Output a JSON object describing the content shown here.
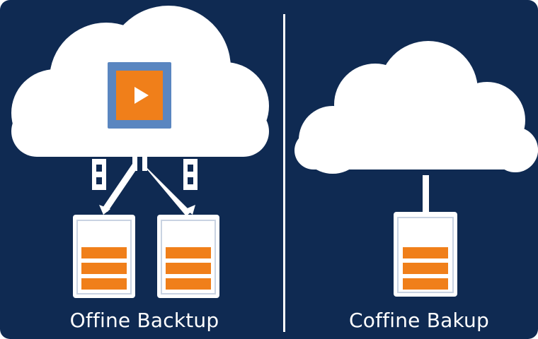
{
  "panels": [
    {
      "id": "left",
      "caption": "Offine Backtup",
      "icon": "play-icon",
      "servers": 2
    },
    {
      "id": "right",
      "caption": "Coffine Bakup",
      "servers": 1
    }
  ],
  "colors": {
    "background": "#0f2a52",
    "cloud": "#ffffff",
    "accent_orange": "#f07f1a",
    "frame_blue": "#5a86c0",
    "server_body": "#ffffff"
  }
}
